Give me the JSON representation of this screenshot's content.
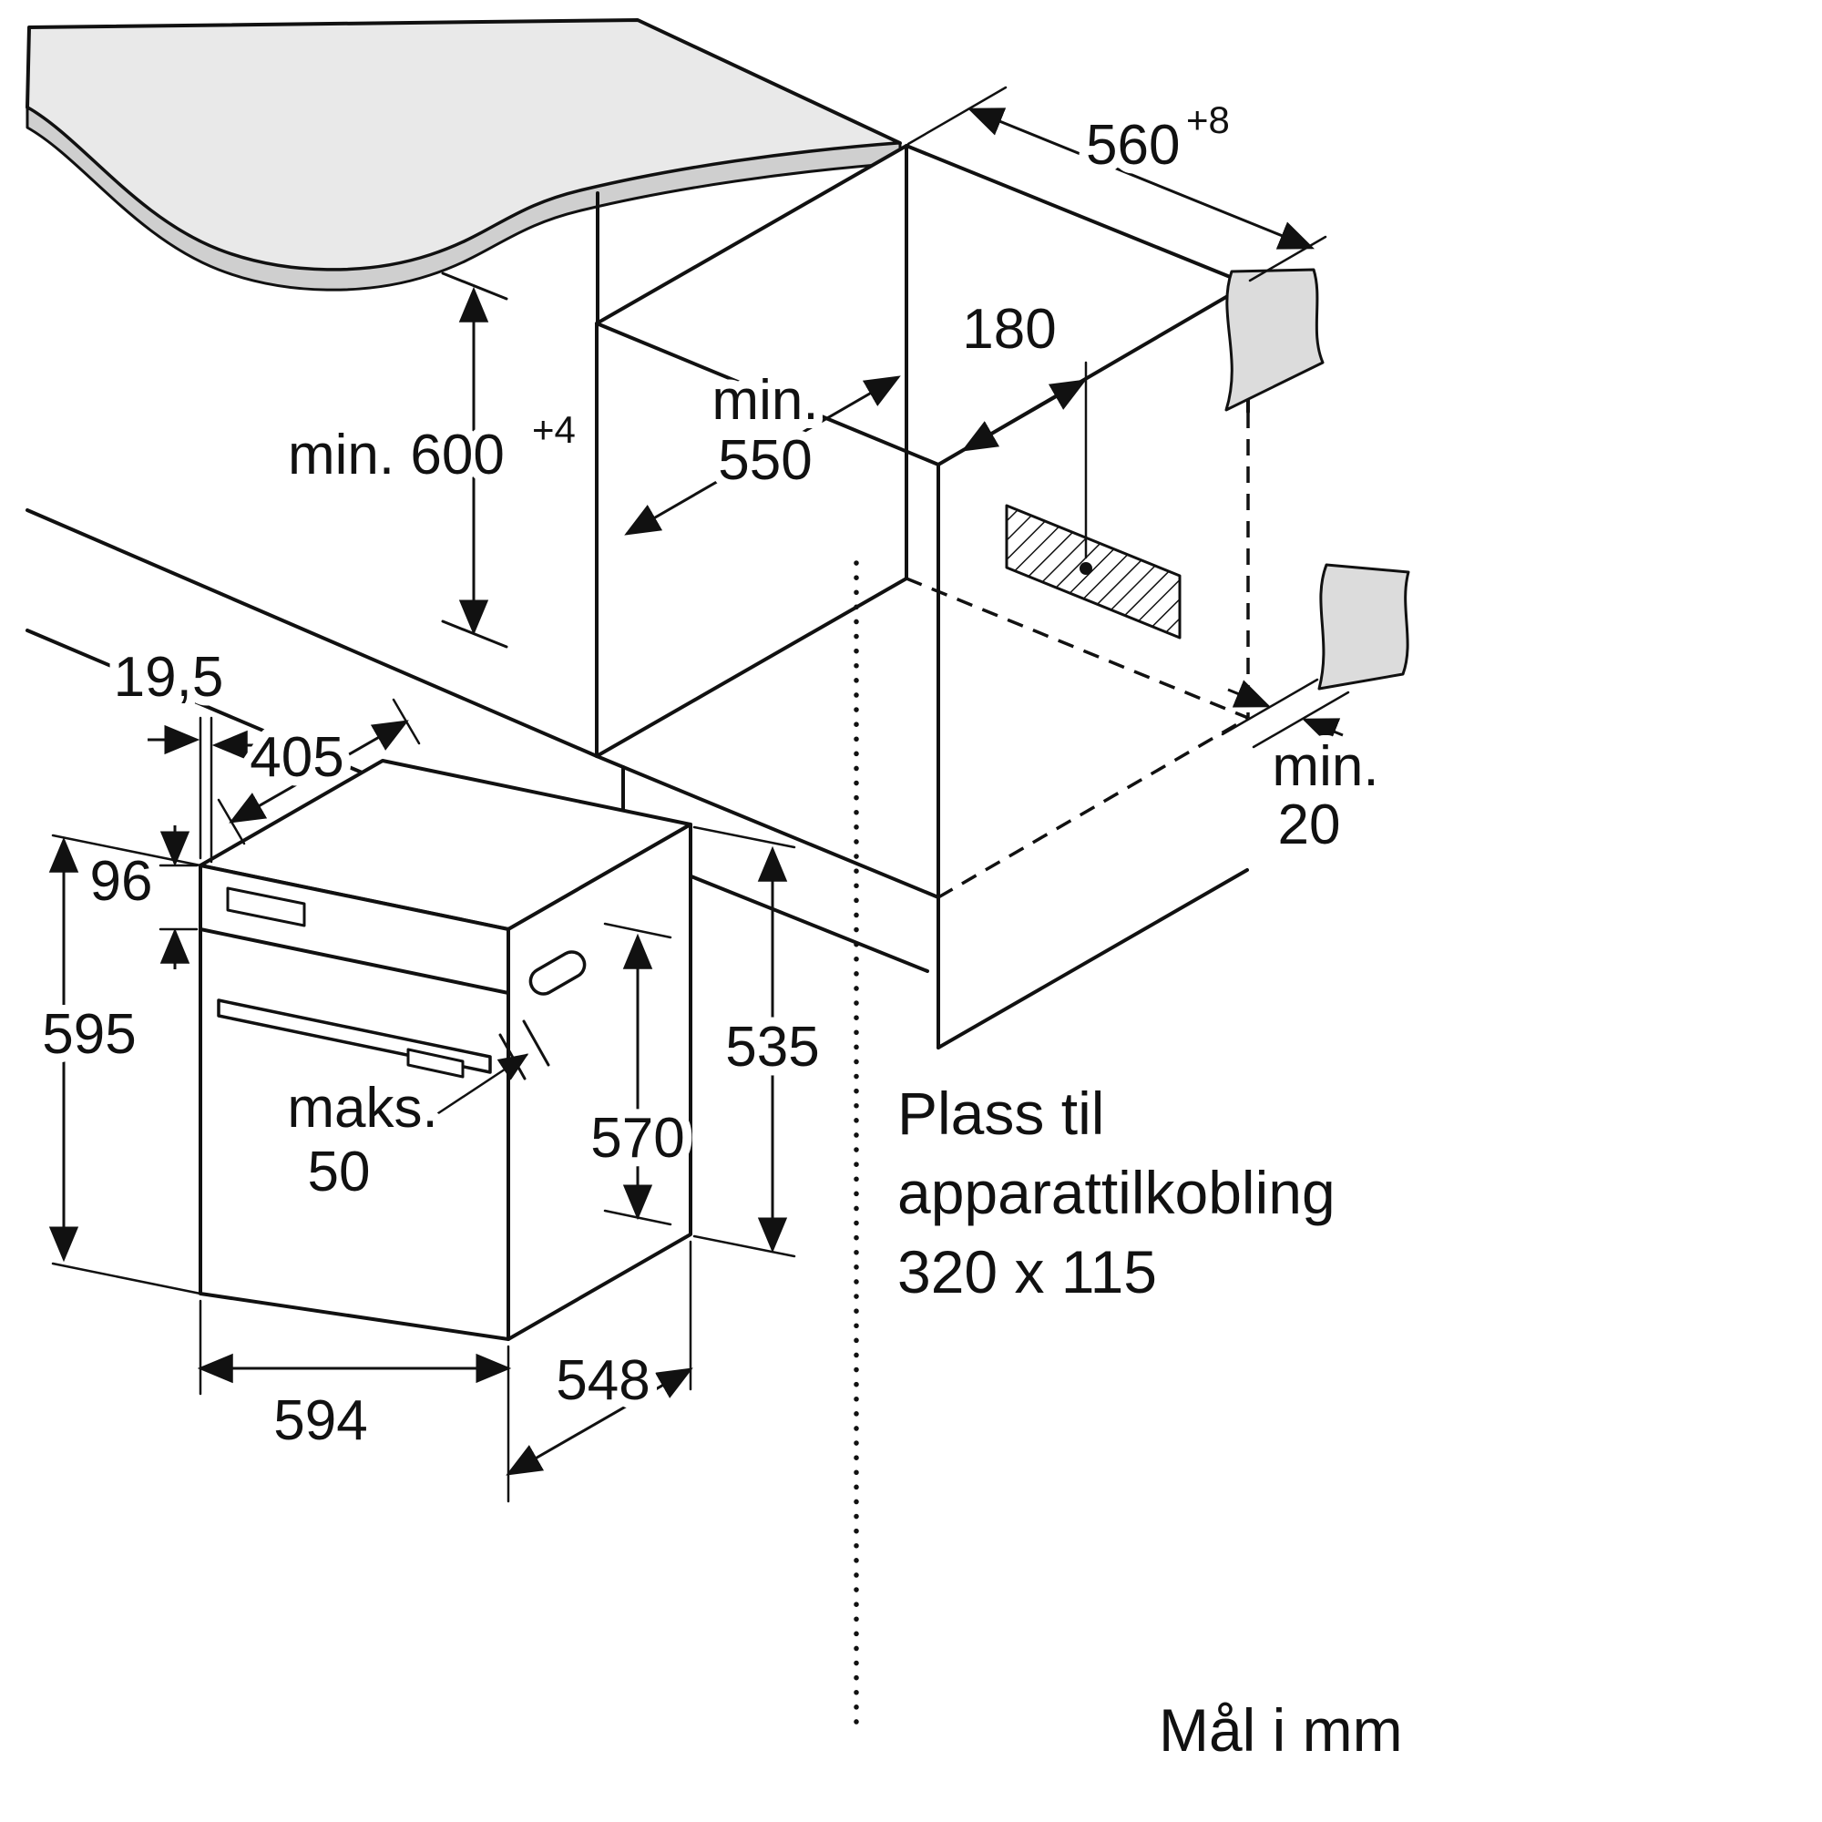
{
  "meta": {
    "units_note": "Mål i mm"
  },
  "niche": {
    "width_value": "560",
    "width_tolerance": "+8",
    "height_label": "min. 600",
    "height_tolerance": "+4",
    "depth_line1": "min.",
    "depth_line2": "550",
    "connection_offset": "180",
    "rear_gap_line1": "min.",
    "rear_gap_line2": "20"
  },
  "oven": {
    "door_protrusion": "19,5",
    "top_depth": "405",
    "panel_height": "96",
    "front_height": "595",
    "handle_line1": "maks.",
    "handle_line2": "50",
    "casing_height_front": "570",
    "casing_height_rear": "535",
    "front_width": "594",
    "casing_depth": "548"
  },
  "connection_area": {
    "line1": "Plass til",
    "line2": "apparattilkobling",
    "line3": "320 x 115"
  }
}
